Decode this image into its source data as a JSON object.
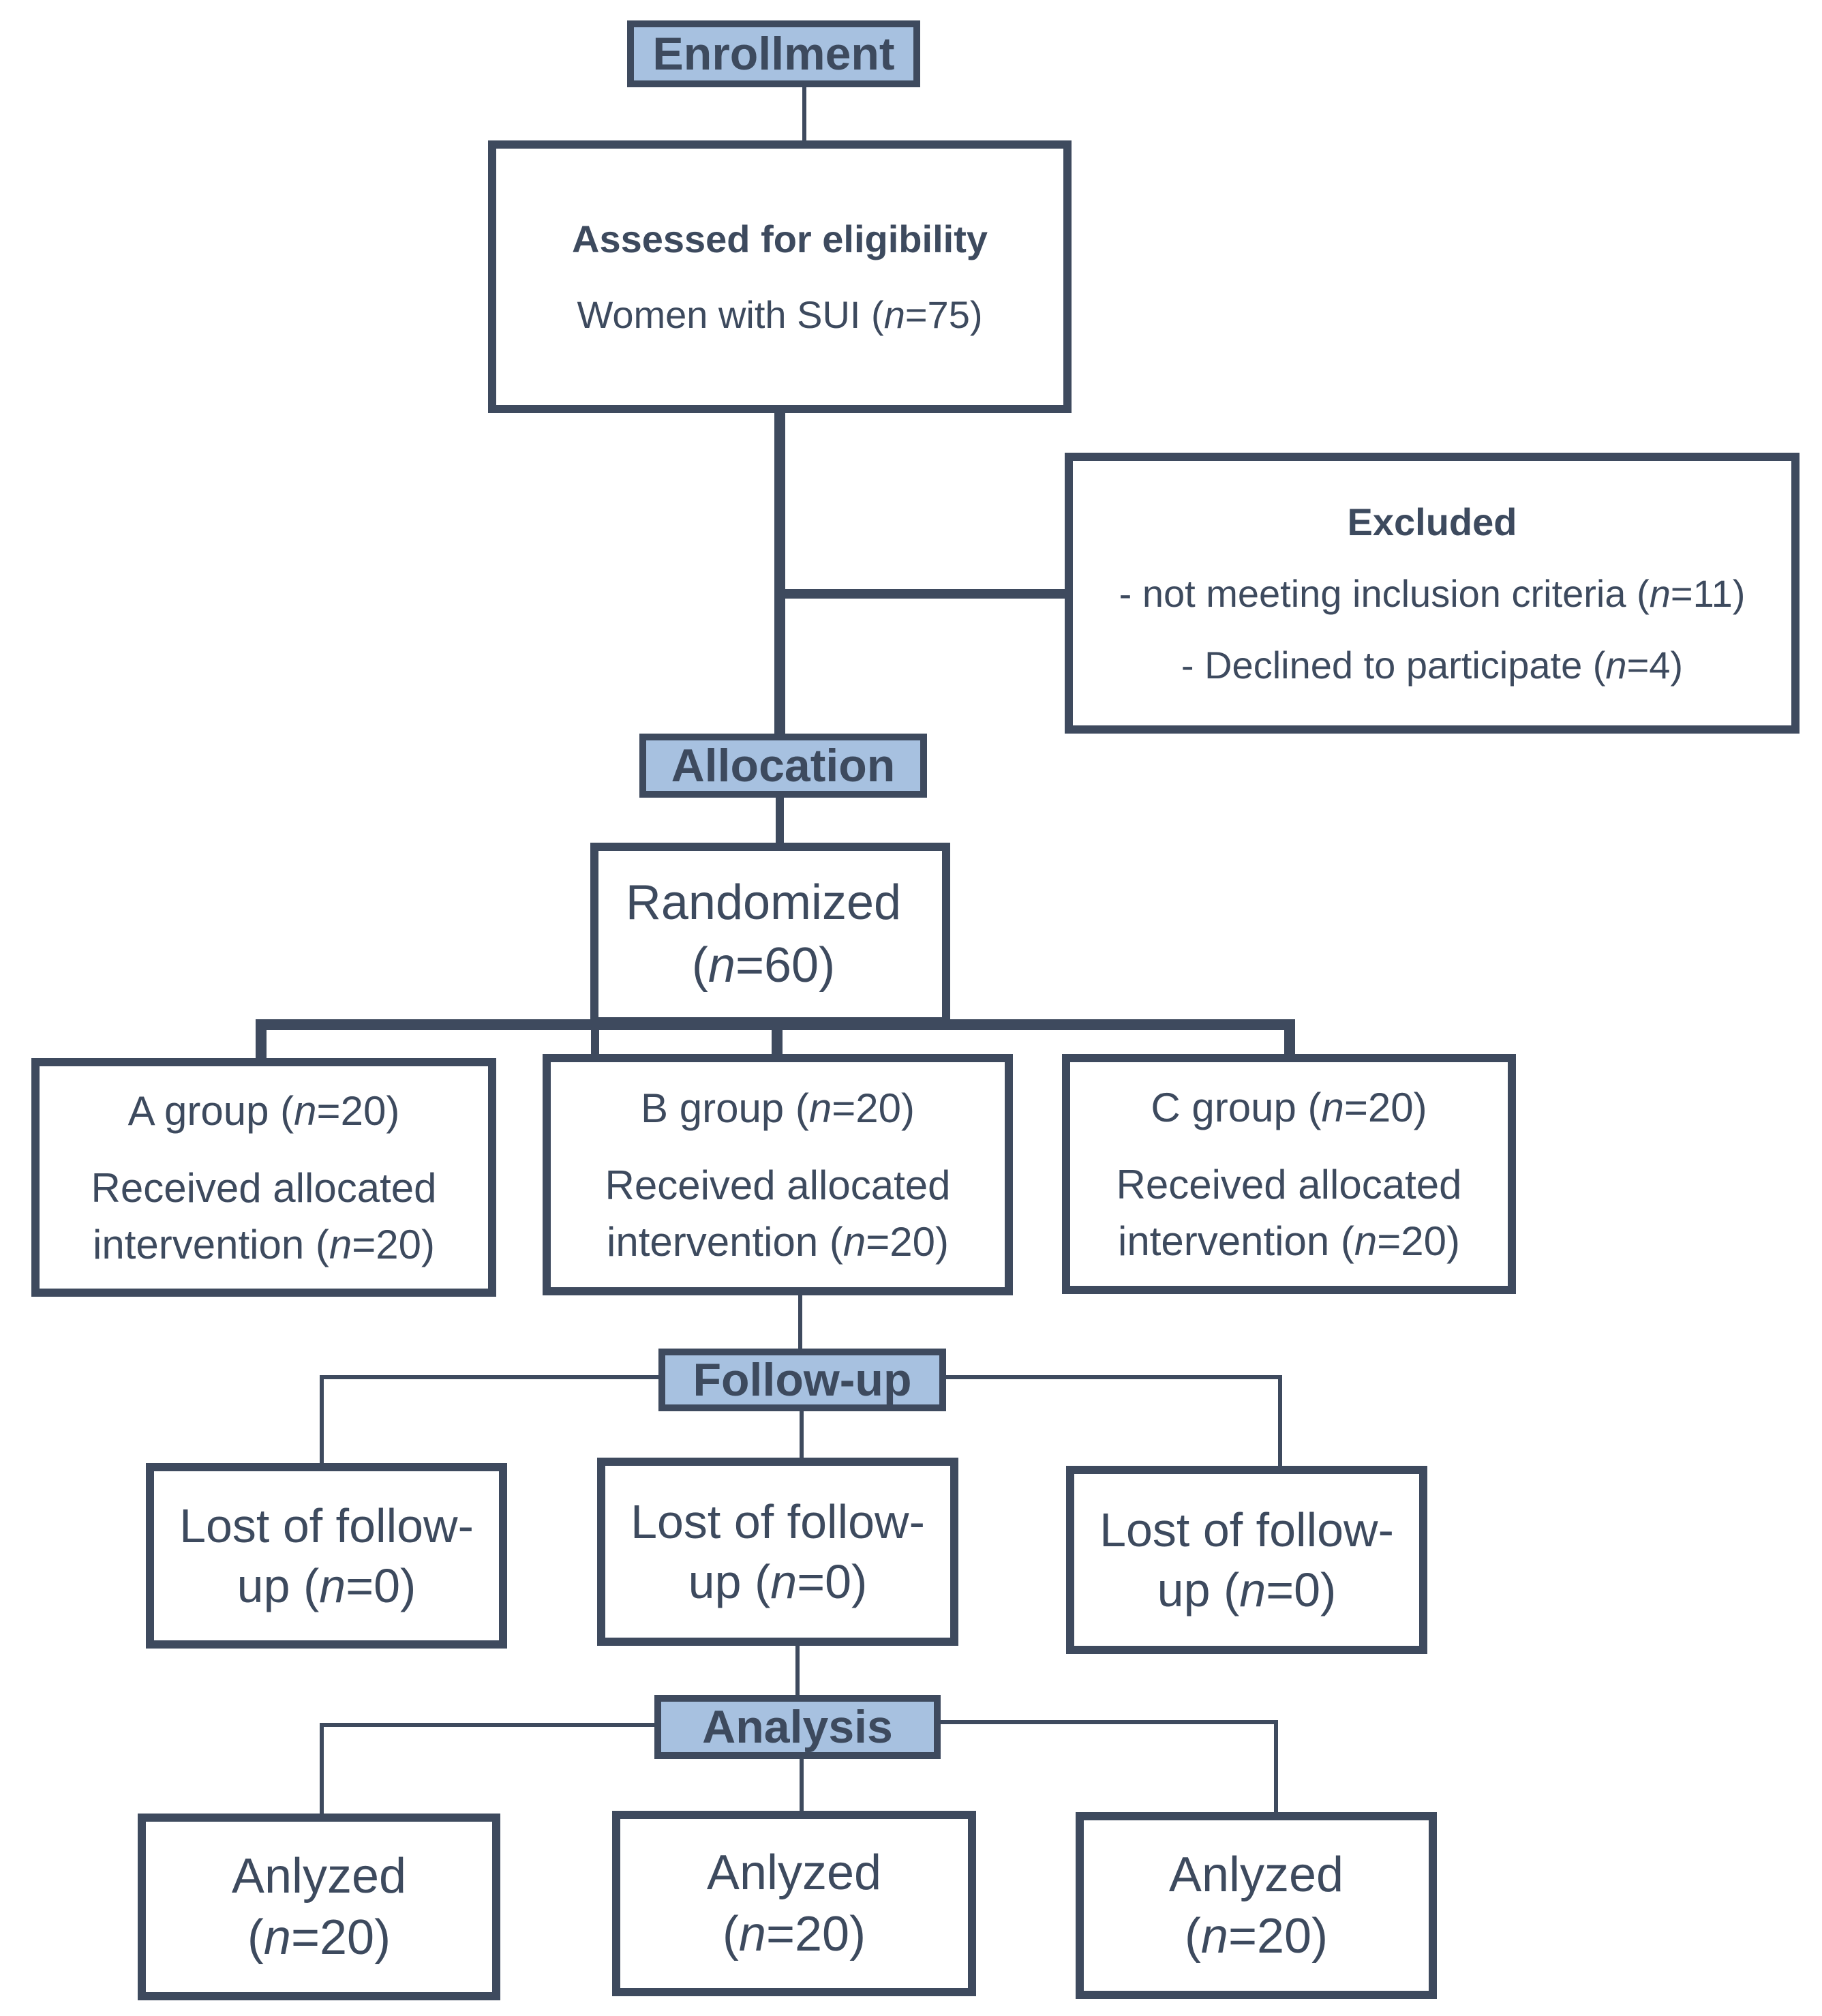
{
  "stages": {
    "enrollment": "Enrollment",
    "allocation": "Allocation",
    "followup": "Follow-up",
    "analysis": "Analysis"
  },
  "assessed": {
    "title": "Assessed for eligibility",
    "line_prefix": "Women with SUI (",
    "n_var": "n",
    "line_suffix": "=75)"
  },
  "excluded": {
    "title": "Excluded",
    "item1_prefix": "- not meeting inclusion criteria (",
    "item1_suffix": "=11)",
    "item2_prefix": "- Declined to participate (",
    "item2_suffix": "=4)",
    "n_var": "n"
  },
  "randomized": {
    "label": "Randomized",
    "count_prefix": "(",
    "n_var": "n",
    "count_suffix": "=60)"
  },
  "groups": [
    {
      "name_prefix": "A group (",
      "name_suffix": "=20)",
      "received": "Received allocated",
      "intervention_prefix": "intervention (",
      "intervention_suffix": "=20)"
    },
    {
      "name_prefix": "B group (",
      "name_suffix": "=20)",
      "received": "Received allocated",
      "intervention_prefix": "intervention (",
      "intervention_suffix": "=20)"
    },
    {
      "name_prefix": "C group (",
      "name_suffix": "=20)",
      "received": "Received allocated",
      "intervention_prefix": "intervention (",
      "intervention_suffix": "=20)"
    }
  ],
  "lost": [
    {
      "line1": "Lost of follow-",
      "line2_prefix": "up (",
      "line2_suffix": "=0)"
    },
    {
      "line1": "Lost of follow-",
      "line2_prefix": "up (",
      "line2_suffix": "=0)"
    },
    {
      "line1": "Lost of follow-",
      "line2_prefix": "up (",
      "line2_suffix": "=0)"
    }
  ],
  "analyzed": [
    {
      "label": "Anlyzed",
      "count_prefix": "(",
      "count_suffix": "=20)"
    },
    {
      "label": "Anlyzed",
      "count_prefix": "(",
      "count_suffix": "=20)"
    },
    {
      "label": "Anlyzed",
      "count_prefix": "(",
      "count_suffix": "=20)"
    }
  ],
  "n_var": "n",
  "colors": {
    "border": "#3e4a5e",
    "stage_fill": "#a7c1e0",
    "text": "#3d4a5e"
  }
}
